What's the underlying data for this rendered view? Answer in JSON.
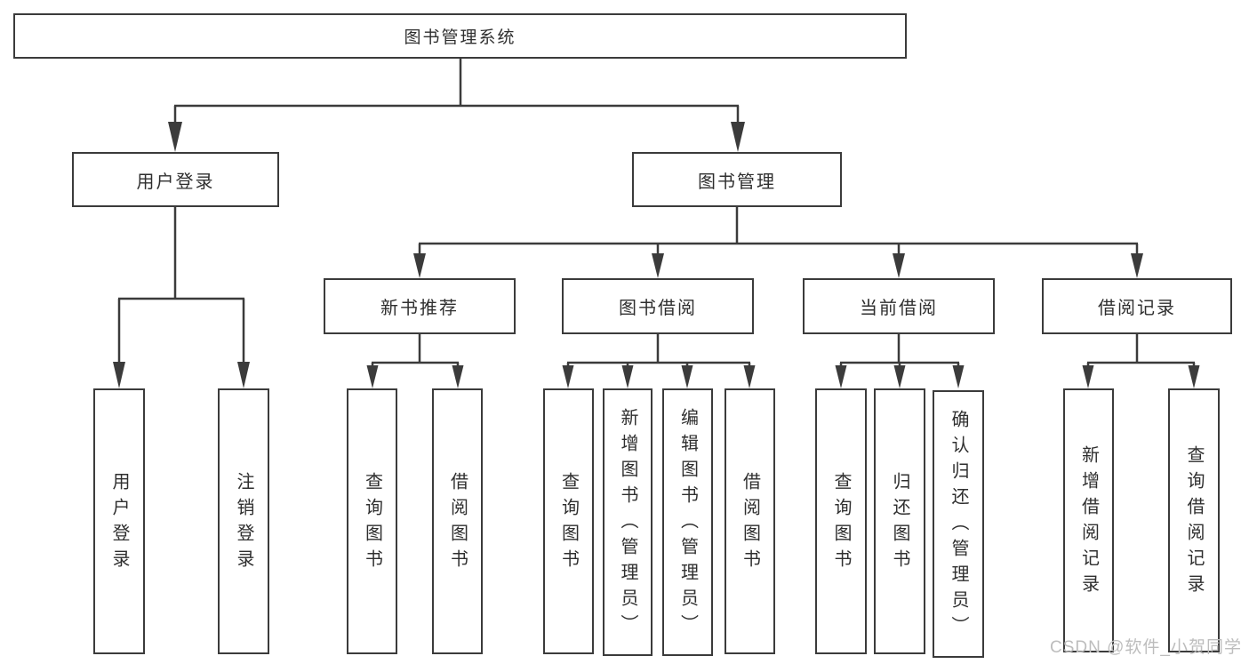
{
  "diagram_type": "hierarchy-tree",
  "colors": {
    "line": "#3b3b3b",
    "box_border": "#3b3b3b",
    "box_background": "#ffffff",
    "text": "#2f2f2f",
    "watermark": "#bdbdbd"
  },
  "tree": {
    "label": "图书管理系统",
    "children": [
      {
        "label": "用户登录",
        "children": [
          {
            "label": "用户登录"
          },
          {
            "label": "注销登录"
          }
        ]
      },
      {
        "label": "图书管理",
        "children": [
          {
            "label": "新书推荐",
            "children": [
              {
                "label": "查询图书"
              },
              {
                "label": "借阅图书"
              }
            ]
          },
          {
            "label": "图书借阅",
            "children": [
              {
                "label": "查询图书"
              },
              {
                "label": "新增图书（管理员）"
              },
              {
                "label": "编辑图书（管理员）"
              },
              {
                "label": "借阅图书"
              }
            ]
          },
          {
            "label": "当前借阅",
            "children": [
              {
                "label": "查询图书"
              },
              {
                "label": "归还图书"
              },
              {
                "label": "确认归还（管理员）"
              }
            ]
          },
          {
            "label": "借阅记录",
            "children": [
              {
                "label": "新增借阅记录"
              },
              {
                "label": "查询借阅记录"
              }
            ]
          }
        ]
      }
    ]
  },
  "watermark": {
    "text": "CSDN @软件_小贺同学"
  }
}
